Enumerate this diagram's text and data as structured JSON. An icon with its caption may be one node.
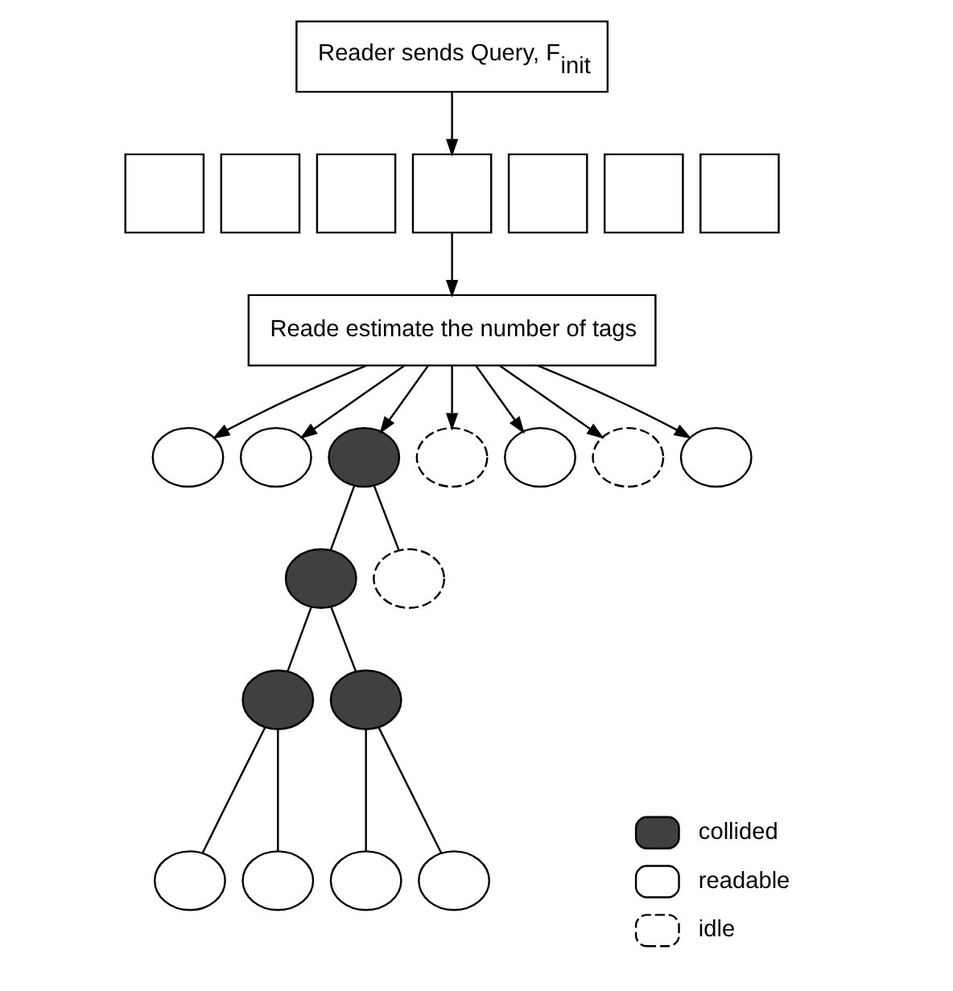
{
  "diagram": {
    "nodes": [
      {
        "text": [
          "Reader sends Query, F$_{init}$"
        ]
      },
      {
        "text": [],
        "shape": "box"
      },
      {
        "text": [],
        "shape": "box"
      },
      {
        "text": [],
        "shape": "box"
      },
      {
        "text": [],
        "shape": "box"
      },
      {
        "text": [],
        "shape": "box"
      },
      {
        "text": [],
        "shape": "box"
      },
      {
        "text": [],
        "shape": "box"
      },
      {
        "text": [
          "Reade estimate the number of tags"
        ]
      },
      {
        "text": [],
        "shape": "circle"
      },
      {
        "text": [],
        "shape": "circle"
      },
      {
        "text": [],
        "shape": "circle"
      },
      {
        "text": [],
        "shape": "circle"
      },
      {
        "text": [],
        "shape": "circle"
      },
      {
        "text": [],
        "shape": "circle"
      },
      {
        "text": [],
        "shape": "circle"
      },
      {
        "text": [],
        "shape": "circle"
      },
      {
        "text": [],
        "shape": "circle"
      },
      {
        "text": [],
        "shape": "circle"
      },
      {
        "text": [],
        "shape": "circle"
      },
      {
        "text": [],
        "shape": "circle"
      },
      {
        "text": [],
        "shape": "circle"
      },
      {
        "text": [],
        "shape": "circle"
      },
      {
        "text": [],
        "shape": "circle"
      }
    ],
    "edges": [
      {
        "from": 0,
        "to": 4,
        "arrow": "to"
      },
      {
        "from": 4,
        "to": 8,
        "arrow": "to"
      },
      {
        "from": 8,
        "to": 9,
        "arrow": "to"
      },
      {
        "from": 8,
        "to": 10,
        "arrow": "to"
      },
      {
        "from": 8,
        "to": 11,
        "arrow": "to"
      },
      {
        "from": 8,
        "to": 12,
        "arrow": "to"
      },
      {
        "from": 8,
        "to": 13,
        "arrow": "to"
      },
      {
        "from": 8,
        "to": 14,
        "arrow": "to"
      },
      {
        "from": 8,
        "to": 15,
        "arrow": "to"
      },
      {
        "from": 11,
        "to": 16,
        "arrow": "none"
      },
      {
        "from": 11,
        "to": 17,
        "arrow": "none"
      },
      {
        "from": 16,
        "to": 18,
        "arrow": "none"
      },
      {
        "from": 16,
        "to": 19,
        "arrow": "none"
      },
      {
        "from": 18,
        "to": 20,
        "arrow": "none"
      },
      {
        "from": 18,
        "to": 21,
        "arrow": "none"
      },
      {
        "from": 19,
        "to": 22,
        "arrow": "none"
      },
      {
        "from": 19,
        "to": 23,
        "arrow": "none"
      }
    ],
    "legend": [
      {
        "text": "collided"
      },
      {
        "text": "readable"
      },
      {
        "text": "idle"
      }
    ]
  }
}
